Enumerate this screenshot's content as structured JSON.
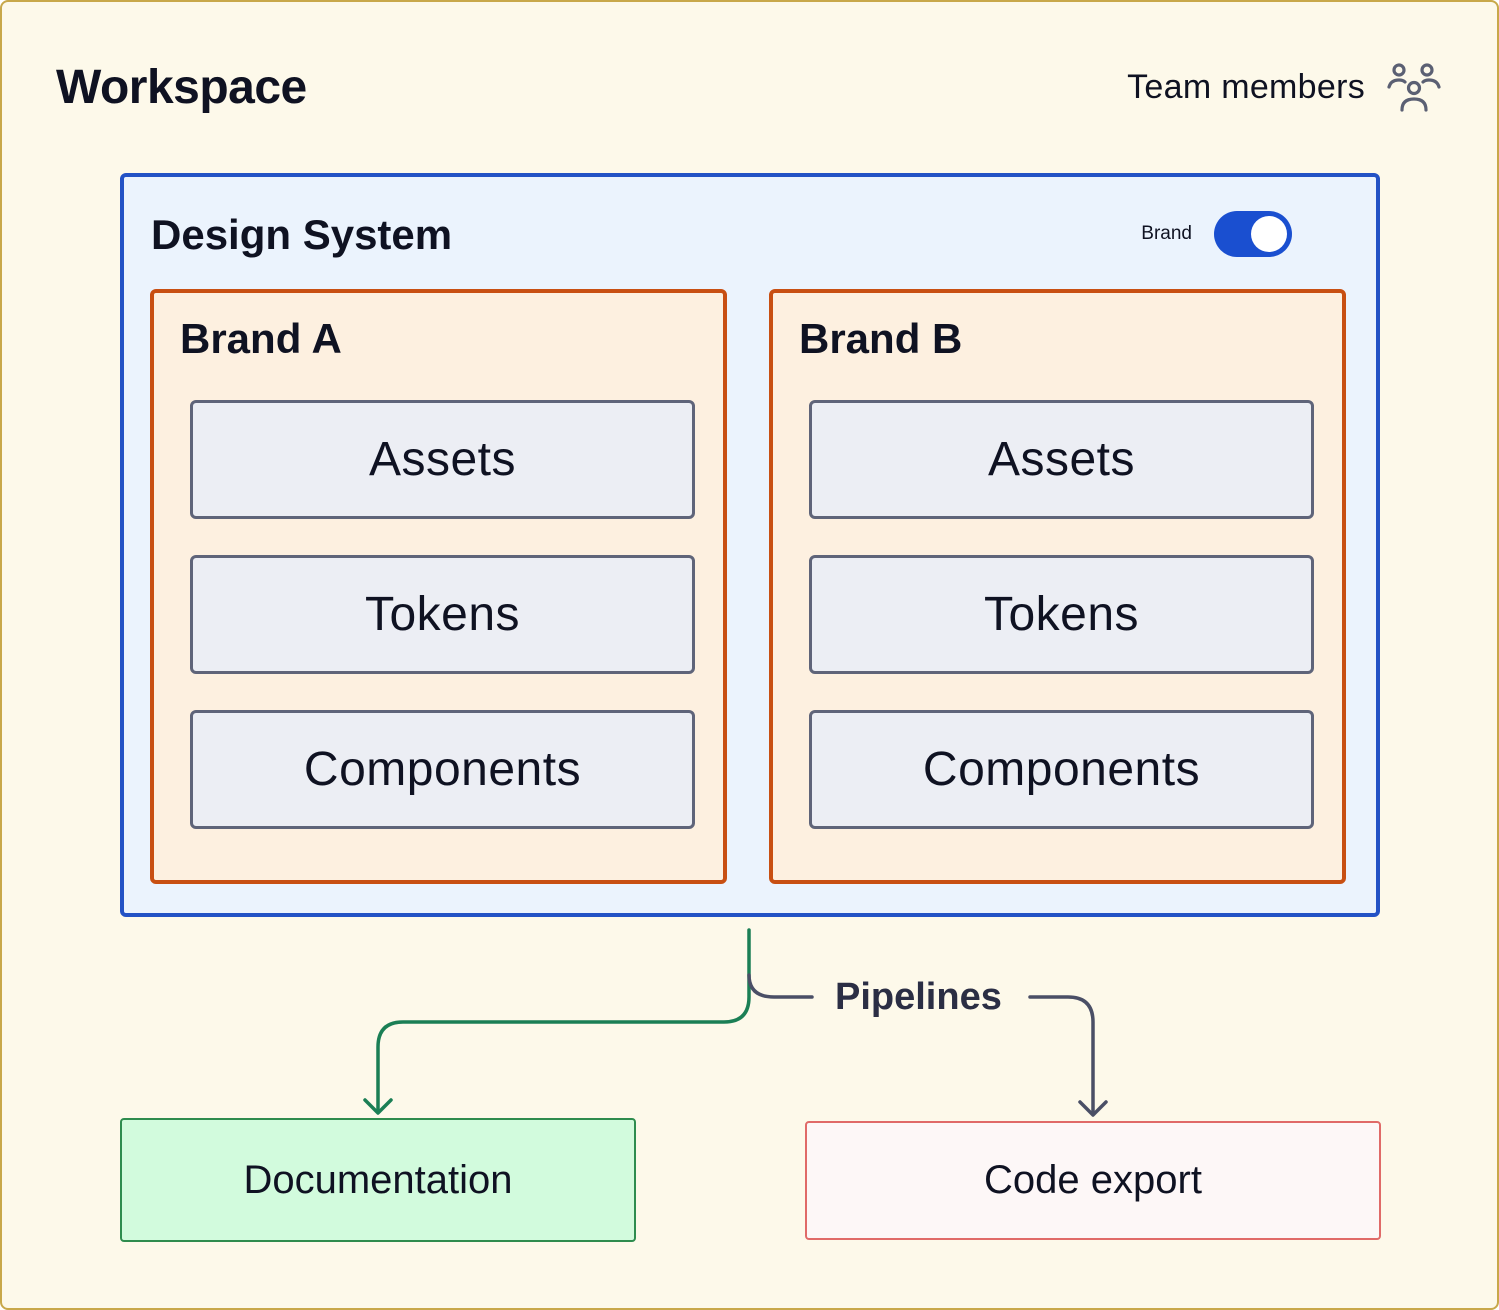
{
  "workspace": {
    "title": "Workspace",
    "team_label": "Team members",
    "team_icon": "team-members-icon"
  },
  "design_system": {
    "title": "Design System",
    "toggle_label": "Brand",
    "toggle_on": true,
    "brands": [
      {
        "title": "Brand A",
        "modules": [
          "Assets",
          "Tokens",
          "Components"
        ]
      },
      {
        "title": "Brand B",
        "modules": [
          "Assets",
          "Tokens",
          "Components"
        ]
      }
    ]
  },
  "pipelines": {
    "label": "Pipelines",
    "targets": [
      "Documentation",
      "Code export"
    ]
  },
  "colors": {
    "workspace_bg": "#fdf9ea",
    "design_system_border": "#2352c5",
    "brand_border": "#c84f12",
    "documentation_arrow": "#1b7f55",
    "code_export_arrow": "#4a4f66"
  }
}
